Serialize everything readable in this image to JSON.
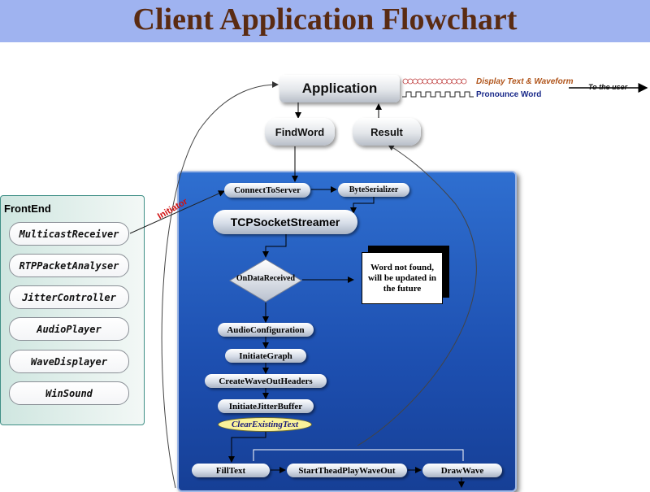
{
  "title": "Client Application Flowchart",
  "top": {
    "application": "Application",
    "find_word": "FindWord",
    "result": "Result",
    "display_text": "Display Text & Waveform",
    "pronounce_word": "Pronounce Word",
    "to_the_user": "To the user"
  },
  "frontend": {
    "label": "FrontEnd",
    "items": [
      "MulticastReceiver",
      "RTPPacketAnalyser",
      "JitterController",
      "AudioPlayer",
      "WaveDisplayer",
      "WinSound"
    ]
  },
  "initiator": "Initiator",
  "flow": {
    "connect_to_server": "ConnectToServer",
    "byte_serializer": "ByteSerializer",
    "tcp_socket_streamer": "TCPSocketStreamer",
    "on_data_received": "OnDataReceived",
    "word_not_found": "Word not found, will be updated in the future",
    "audio_configuration": "AudioConfiguration",
    "initiate_graph": "InitiateGraph",
    "create_wave_out_headers": "CreateWaveOutHeaders",
    "initiate_jitter_buffer": "InitiateJitterBuffer",
    "clear_existing_text": "ClearExistingText",
    "fill_text": "FillText",
    "start_play_wave_out": "StartTheadPlayWaveOut",
    "draw_wave": "DrawWave"
  },
  "colors": {
    "title": "#5a2b12",
    "header_band": "#9fb3f0",
    "blue_region": "#1d4fb0",
    "frontend_panel": "#cfe6e0",
    "display_text": "#b0541a",
    "pronounce_word": "#1a2a8a",
    "initiator": "#d01010"
  }
}
